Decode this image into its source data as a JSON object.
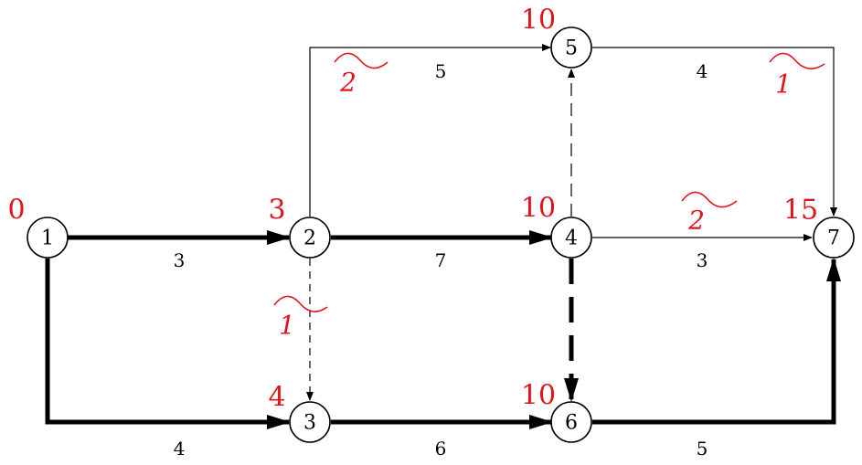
{
  "colors": {
    "line": "#000000",
    "annotation": "#e0141b"
  },
  "nodes": [
    {
      "id": "1",
      "label": "1",
      "earliest_time": "0"
    },
    {
      "id": "2",
      "label": "2",
      "earliest_time": "3"
    },
    {
      "id": "3",
      "label": "3",
      "earliest_time": "4"
    },
    {
      "id": "4",
      "label": "4",
      "earliest_time": "10"
    },
    {
      "id": "5",
      "label": "5",
      "earliest_time": "10"
    },
    {
      "id": "6",
      "label": "6",
      "earliest_time": "10"
    },
    {
      "id": "7",
      "label": "7",
      "earliest_time": "15"
    }
  ],
  "edges": [
    {
      "from": "1",
      "to": "2",
      "duration": "3",
      "critical": true,
      "dummy": false
    },
    {
      "from": "1",
      "to": "3",
      "duration": "4",
      "critical": true,
      "dummy": false
    },
    {
      "from": "2",
      "to": "4",
      "duration": "7",
      "critical": true,
      "dummy": false
    },
    {
      "from": "2",
      "to": "5",
      "duration": "5",
      "critical": false,
      "dummy": false,
      "free_float": "2"
    },
    {
      "from": "2",
      "to": "3",
      "duration": "",
      "critical": false,
      "dummy": true,
      "free_float": "1"
    },
    {
      "from": "3",
      "to": "6",
      "duration": "6",
      "critical": true,
      "dummy": false
    },
    {
      "from": "4",
      "to": "5",
      "duration": "",
      "critical": false,
      "dummy": true
    },
    {
      "from": "4",
      "to": "6",
      "duration": "",
      "critical": true,
      "dummy": true
    },
    {
      "from": "4",
      "to": "7",
      "duration": "3",
      "critical": false,
      "dummy": false,
      "free_float": "2"
    },
    {
      "from": "5",
      "to": "7",
      "duration": "4",
      "critical": false,
      "dummy": false,
      "free_float": "1"
    },
    {
      "from": "6",
      "to": "7",
      "duration": "5",
      "critical": true,
      "dummy": false
    }
  ]
}
